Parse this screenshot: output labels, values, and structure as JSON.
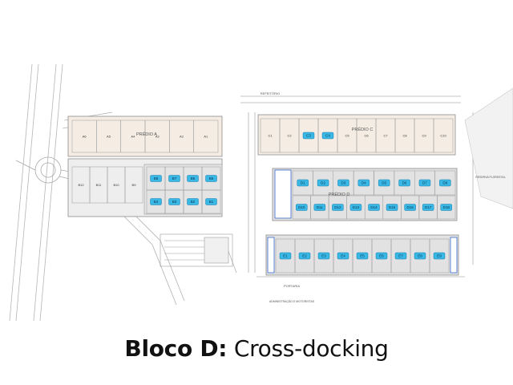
{
  "caption": {
    "bold": "Bloco D:",
    "rest": " Cross-docking"
  },
  "colors": {
    "highlight_unit": "#39b8e6",
    "beige": "#f5ede4",
    "grey_block": "#e2e2e2",
    "dock_blue": "#1e54c8",
    "line": "#9a9a9a"
  },
  "buildings": {
    "predio_a": {
      "title": "PRÉDIO A",
      "top_units": [
        "A6",
        "A5",
        "A4",
        "A3",
        "A2",
        "A1"
      ],
      "left_units": [
        "B12",
        "B11",
        "B10",
        "B9"
      ],
      "highlight_units": [
        "B8",
        "B7",
        "B6",
        "B5",
        "B4",
        "B3",
        "B2",
        "B1"
      ]
    },
    "predio_c": {
      "title": "PRÉDIO C",
      "units": [
        "C1",
        "C2",
        "C3",
        "C4",
        "C5",
        "C6",
        "C7",
        "C8",
        "C9",
        "C10"
      ],
      "highlight_units": [
        "C3",
        "C4"
      ]
    },
    "predio_d": {
      "title": "PRÉDIO D",
      "top_units": [
        "D8",
        "D7",
        "D6",
        "D5",
        "D4",
        "D3",
        "D2",
        "D1"
      ],
      "bottom_units": [
        "D10",
        "D11",
        "D12",
        "D13",
        "D14",
        "D15",
        "D16",
        "D17",
        "D18"
      ]
    },
    "predio_e": {
      "units": [
        "E1",
        "E2",
        "E3",
        "E4",
        "E5",
        "E6",
        "E7",
        "E8",
        "E9"
      ]
    }
  },
  "labels": {
    "refeitorio": "REFEITÓRIO",
    "portaria": "PORTARIA",
    "administracao": "ADMINISTRAÇÃO E MOTORISTAS",
    "reserva_florestal": "RESERVA FLORESTAL"
  }
}
